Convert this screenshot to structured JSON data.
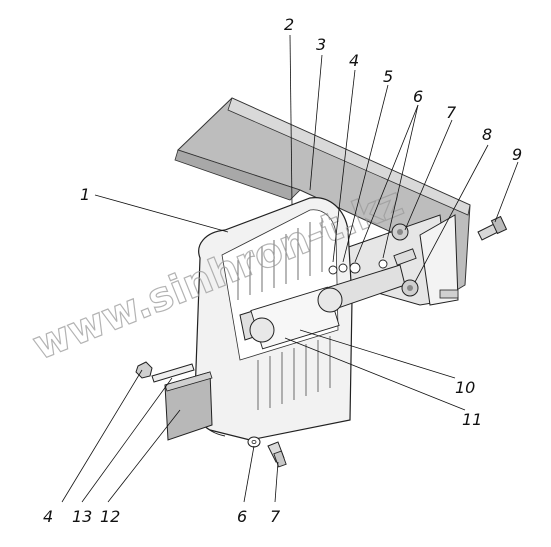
{
  "figure": {
    "watermark": "www.sinhron-t.kz",
    "callouts": [
      {
        "id": "1",
        "text": "1"
      },
      {
        "id": "2",
        "text": "2"
      },
      {
        "id": "3",
        "text": "3"
      },
      {
        "id": "4a",
        "text": "4"
      },
      {
        "id": "5",
        "text": "5"
      },
      {
        "id": "6a",
        "text": "6"
      },
      {
        "id": "7a",
        "text": "7"
      },
      {
        "id": "8",
        "text": "8"
      },
      {
        "id": "9",
        "text": "9"
      },
      {
        "id": "10",
        "text": "10"
      },
      {
        "id": "11",
        "text": "11"
      },
      {
        "id": "4b",
        "text": "4"
      },
      {
        "id": "13",
        "text": "13"
      },
      {
        "id": "12",
        "text": "12"
      },
      {
        "id": "6b",
        "text": "6"
      },
      {
        "id": "7b",
        "text": "7"
      }
    ]
  }
}
